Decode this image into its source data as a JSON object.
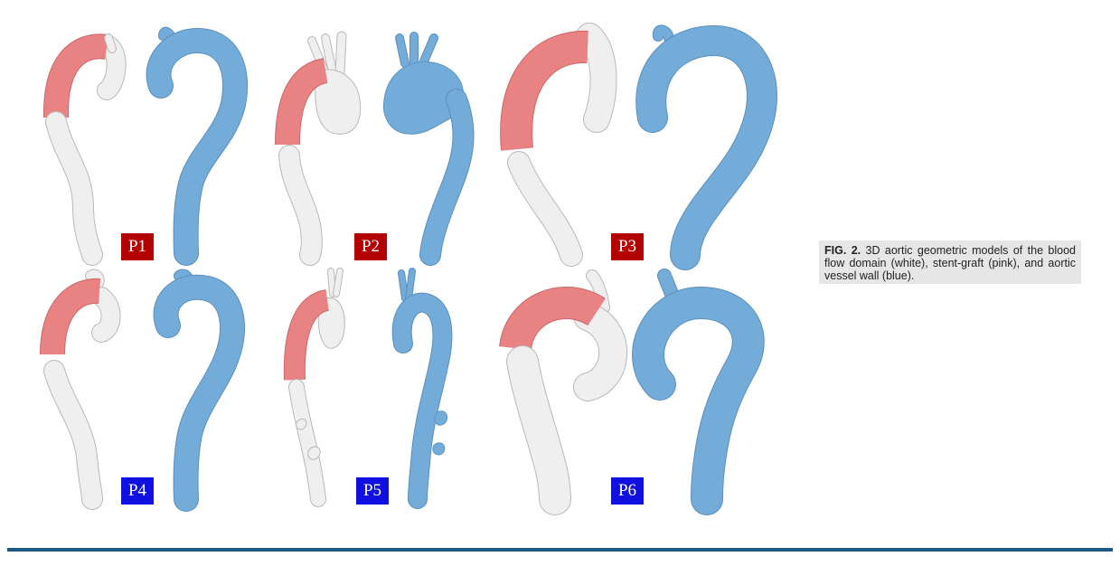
{
  "figure": {
    "panels": [
      {
        "label": "P1",
        "label_color": "#b30000"
      },
      {
        "label": "P2",
        "label_color": "#b30000"
      },
      {
        "label": "P3",
        "label_color": "#b30000"
      },
      {
        "label": "P4",
        "label_color": "#1010e0"
      },
      {
        "label": "P5",
        "label_color": "#1010e0"
      },
      {
        "label": "P6",
        "label_color": "#1010e0"
      }
    ],
    "colors": {
      "blood_flow_domain": "#efefef",
      "stent_graft": "#e98282",
      "aortic_vessel_wall": "#74acd9",
      "rule": "#1e5a88"
    }
  },
  "caption": {
    "label": "FIG. 2.",
    "text": "3D aortic geometric models of the blood flow domain (white), stent-graft (pink), and aortic vessel wall (blue)."
  }
}
